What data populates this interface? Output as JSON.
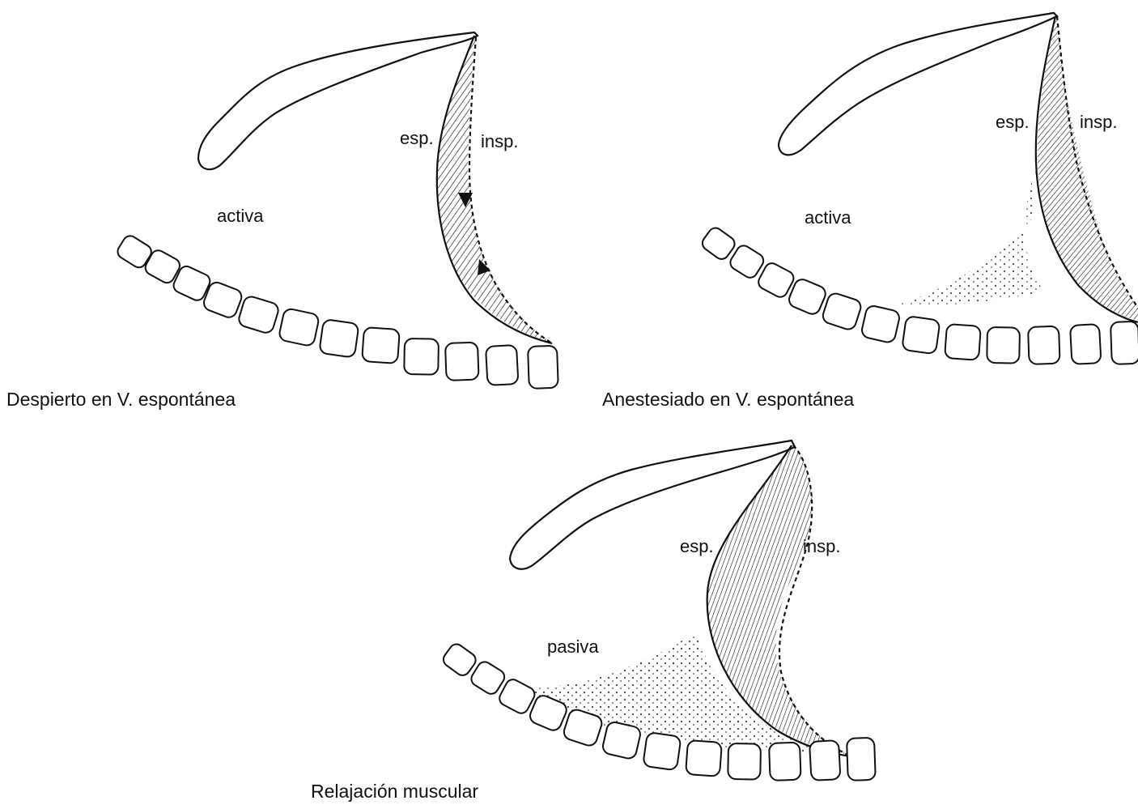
{
  "panels": [
    {
      "caption": "Despierto en V. espontánea",
      "mode_label": "activa",
      "exp_label": "esp.",
      "insp_label": "insp."
    },
    {
      "caption": "Anestesiado en V. espontánea",
      "mode_label": "activa",
      "exp_label": "esp.",
      "insp_label": "insp."
    },
    {
      "caption": "Relajación muscular",
      "mode_label": "pasiva",
      "exp_label": "esp.",
      "insp_label": "insp."
    }
  ]
}
